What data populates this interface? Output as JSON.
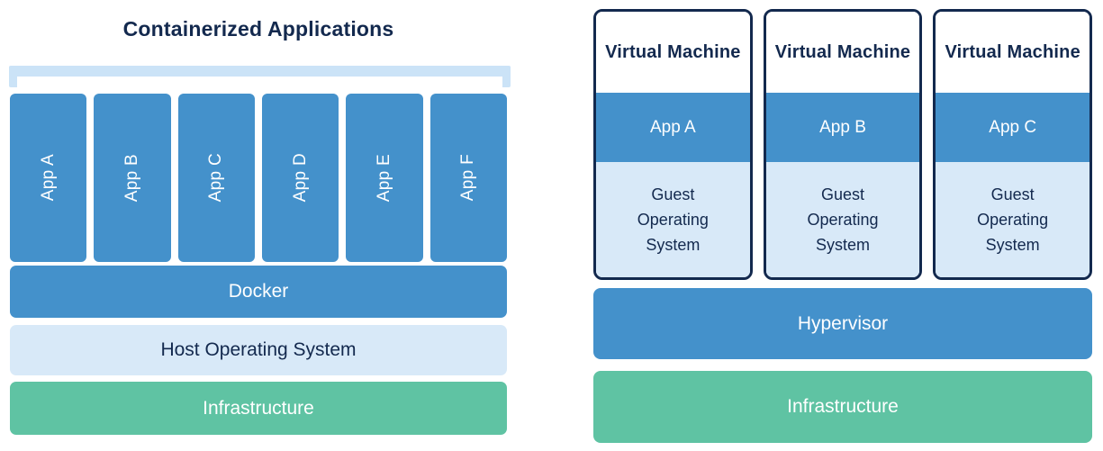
{
  "left_diagram": {
    "title": "Containerized Applications",
    "apps": [
      "App A",
      "App B",
      "App C",
      "App D",
      "App E",
      "App F"
    ],
    "layers": {
      "docker": "Docker",
      "host_os": "Host Operating System",
      "infrastructure": "Infrastructure"
    }
  },
  "right_diagram": {
    "vms": [
      {
        "title": "Virtual Machine",
        "app": "App A",
        "guest_os": "Guest Operating System"
      },
      {
        "title": "Virtual Machine",
        "app": "App B",
        "guest_os": "Guest Operating System"
      },
      {
        "title": "Virtual Machine",
        "app": "App C",
        "guest_os": "Guest Operating System"
      }
    ],
    "layers": {
      "hypervisor": "Hypervisor",
      "infrastructure": "Infrastructure"
    }
  },
  "colors": {
    "blue": "#4491cb",
    "light_blue": "#d8e9f8",
    "bracket_blue": "#cbe3f7",
    "green": "#5fc3a3",
    "navy": "#13294e",
    "white": "#ffffff"
  }
}
